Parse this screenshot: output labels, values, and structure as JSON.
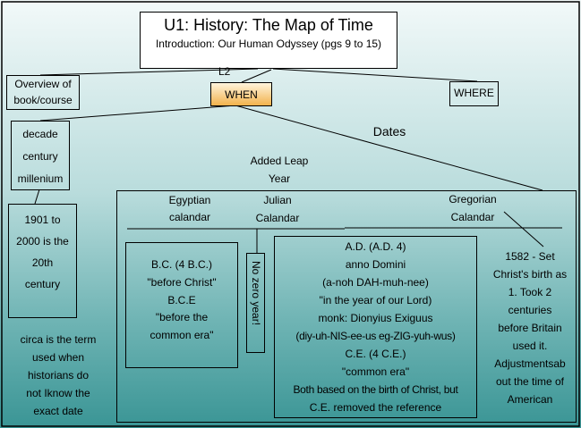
{
  "title": {
    "main": "U1: History: The Map of Time",
    "sub": "Introduction: Our Human Odyssey (pgs 9 to 15)"
  },
  "nodes": {
    "overview": [
      "Overview of",
      "book/course"
    ],
    "l2_label": "L2",
    "when": "WHEN",
    "where": "WHERE",
    "dates_label": "Dates",
    "units": [
      "decade",
      "century",
      "millenium"
    ],
    "century_example": [
      "1901 to",
      "2000 is the",
      "20th",
      "century"
    ],
    "circa": [
      "circa is the term",
      "used when",
      "historians do",
      "not Iknow the",
      "exact date"
    ],
    "leap_year": [
      "Added Leap",
      "Year"
    ],
    "egyptian": [
      "Egyptian",
      "calandar"
    ],
    "julian": [
      "Julian",
      "Calandar"
    ],
    "gregorian": [
      "Gregorian",
      "Calandar"
    ],
    "bc": [
      "B.C. (4 B.C.)",
      "\"before Christ\"",
      "B.C.E",
      "\"before the",
      "common era\""
    ],
    "no_zero": "No zero year!",
    "ad": [
      "A.D. (A.D. 4)",
      "anno Domini",
      "(a-noh DAH-muh-nee)",
      "\"in the year of our Lord)",
      "monk: Dionyius Exiguus",
      "(diy-uh-NIS-ee-us eg-ZIG-yuh-wus)",
      "C.E. (4 C.E.)",
      "\"common era\"",
      "Both based on the birth of Christ, but",
      "C.E. removed the reference"
    ],
    "gregorian_note": [
      "1582 - Set",
      "Christ's birth as",
      "1. Took 2",
      "centuries",
      "before Britain",
      "used it.",
      "Adjustmentsab",
      "out the time of",
      "American"
    ]
  }
}
